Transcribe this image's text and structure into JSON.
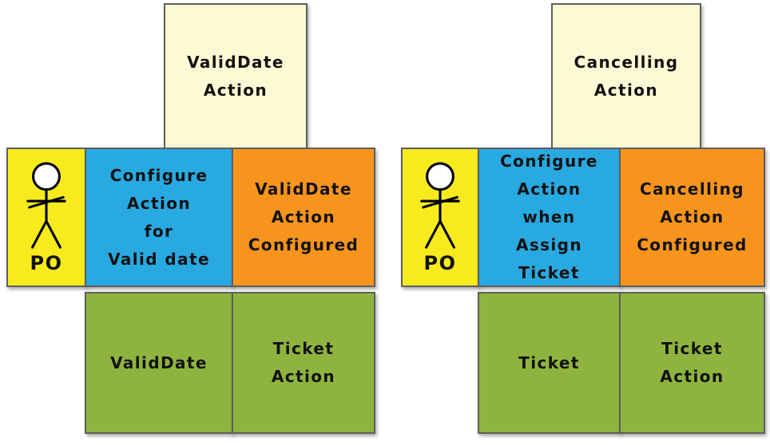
{
  "palette": {
    "note_fill": "#FBFAD4",
    "actor_fill": "#F7EB1D",
    "command_fill": "#29A9E1",
    "event_fill": "#F7941E",
    "entity_fill": "#8EB43F",
    "border": "#5E5E5E",
    "text": "#121212",
    "background": "#FFFFFF"
  },
  "icons": {
    "actor": "person-icon"
  },
  "groups": [
    {
      "id": "validdate-action",
      "note": "ValidDate\nAction",
      "actor": "PO",
      "command": "Configure\nAction\nfor\nValid date",
      "event": "ValidDate\nAction\nConfigured",
      "entity_left": "ValidDate",
      "entity_right": "Ticket\nAction"
    },
    {
      "id": "cancelling-action",
      "note": "Cancelling\nAction",
      "actor": "PO",
      "command": "Configure\nAction\nwhen\nAssign\nTicket",
      "event": "Cancelling\nAction\nConfigured",
      "entity_left": "Ticket",
      "entity_right": "Ticket\nAction"
    }
  ]
}
